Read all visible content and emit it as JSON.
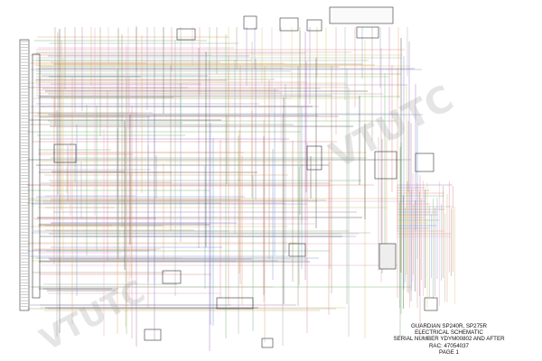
{
  "title_block": {
    "line1": "GUARDIAN SP240R, SP275R",
    "line2": "ELECTRICAL SCHEMATIC",
    "line3": "SERIAL NUMBER YDYM00802 AND AFTER",
    "line4": "RAC: 47054037",
    "line5": "PAGE 1"
  },
  "watermark": {
    "text_a": "VTUTC",
    "text_b": "VTUTC"
  },
  "colors": {
    "wire_red": "#e08080",
    "wire_orange": "#e0a060",
    "wire_yellow": "#d8c060",
    "wire_green": "#70b070",
    "wire_blue": "#7090d0",
    "wire_brown": "#a08060",
    "wire_black": "#404040",
    "wire_purple": "#a070b0",
    "wire_grey": "#a0a0a0",
    "wire_pink": "#e0a0c0"
  }
}
